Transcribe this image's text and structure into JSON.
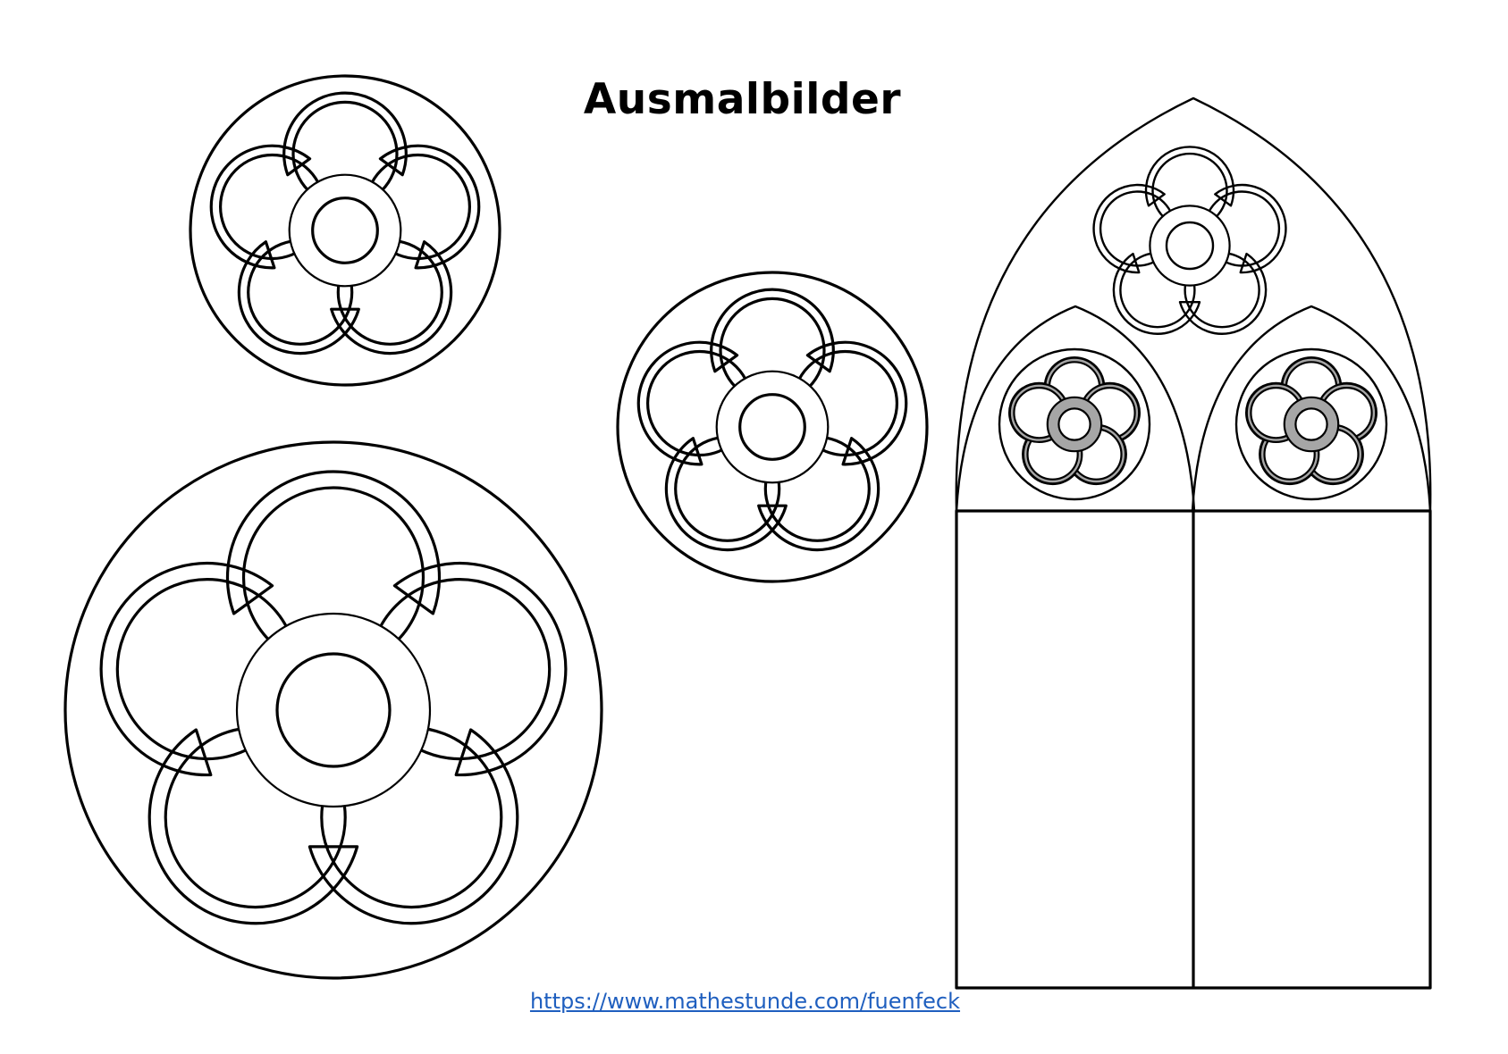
{
  "page": {
    "title": "Ausmalbilder",
    "link_text": "https://www.mathestunde.com/fuenfeck",
    "colors": {
      "ink": "#000000",
      "link": "#1f5fbf",
      "fill_grey": "#a6a6a6",
      "background": "#ffffff"
    }
  },
  "figures": [
    {
      "name": "rosette-small-top-left",
      "petals": 5
    },
    {
      "name": "rosette-medium-center",
      "petals": 5
    },
    {
      "name": "rosette-large-bottom-left",
      "petals": 5
    },
    {
      "name": "gothic-window",
      "petals_per_rosette": 5,
      "rosettes": 3
    }
  ]
}
